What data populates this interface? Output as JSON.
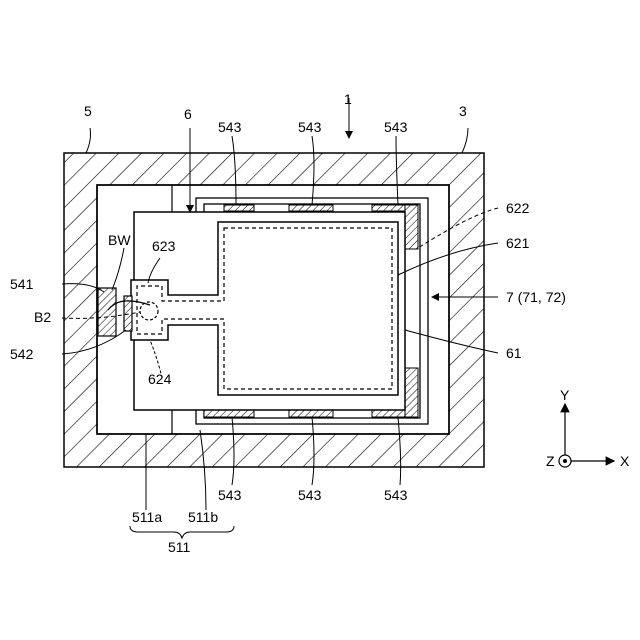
{
  "diagram": {
    "labels": {
      "ref_1": "1",
      "ref_3": "3",
      "ref_5": "5",
      "ref_6": "6",
      "ref_543_top_a": "543",
      "ref_543_top_b": "543",
      "ref_543_top_c": "543",
      "ref_543_bot_a": "543",
      "ref_543_bot_b": "543",
      "ref_543_bot_c": "543",
      "ref_622": "622",
      "ref_621": "621",
      "ref_7": "7 (71, 72)",
      "ref_61": "61",
      "ref_bw": "BW",
      "ref_623": "623",
      "ref_541": "541",
      "ref_b2": "B2",
      "ref_542": "542",
      "ref_624": "624",
      "ref_511a": "511a",
      "ref_511b": "511b",
      "ref_511": "511"
    },
    "axes": {
      "y_label": "Y",
      "x_label": "X",
      "z_label": "Z"
    },
    "colors": {
      "line": "#000000",
      "background": "#ffffff",
      "hatch_fill": "#ffffff"
    }
  }
}
